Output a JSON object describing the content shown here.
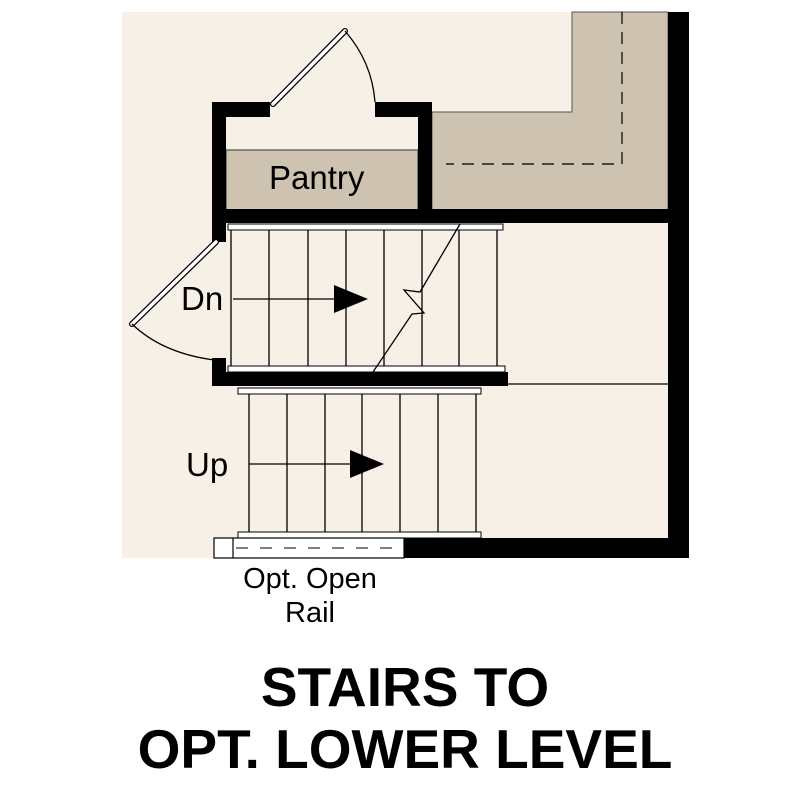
{
  "plan": {
    "colors": {
      "floor": "#f7f0e6",
      "counter": "#cec3b0",
      "wall": "#000000",
      "line": "#000000",
      "background": "#ffffff"
    },
    "rooms": [
      {
        "label": "Pantry"
      }
    ],
    "stairs": [
      {
        "label": "Dn",
        "direction": "right",
        "treads": 8
      },
      {
        "label": "Up",
        "direction": "right",
        "treads": 7
      }
    ],
    "notes": {
      "rail_line1": "Opt. Open",
      "rail_line2": "Rail"
    }
  },
  "title": {
    "line1": "STAIRS TO",
    "line2": "OPT. LOWER LEVEL"
  }
}
